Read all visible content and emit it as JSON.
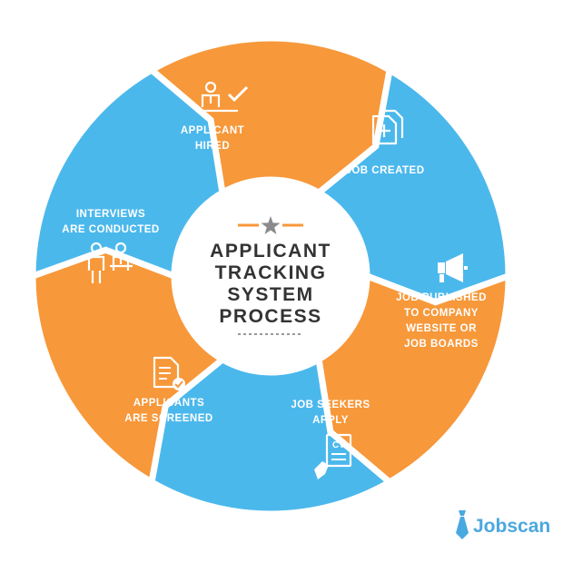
{
  "center": {
    "title_lines": [
      "APPLICANT",
      "TRACKING",
      "SYSTEM",
      "PROCESS"
    ]
  },
  "segments": [
    {
      "id": "job-created",
      "color": "#4bb8ec",
      "icon": "document-plus-icon",
      "lines": [
        "JOB CREATED"
      ]
    },
    {
      "id": "job-published",
      "color": "#f7983a",
      "icon": "megaphone-icon",
      "lines": [
        "JOB PUBLISHED",
        "TO COMPANY",
        "WEBSITE OR",
        "JOB BOARDS"
      ]
    },
    {
      "id": "job-seekers",
      "color": "#4bb8ec",
      "icon": "cv-hand-icon",
      "lines": [
        "JOB SEEKERS",
        "APPLY"
      ]
    },
    {
      "id": "screened",
      "color": "#f7983a",
      "icon": "checked-document-icon",
      "lines": [
        "APPLICANTS",
        "ARE SCREENED"
      ]
    },
    {
      "id": "interviews",
      "color": "#4bb8ec",
      "icon": "interview-icon",
      "lines": [
        "INTERVIEWS",
        "ARE CONDUCTED"
      ]
    },
    {
      "id": "hired",
      "color": "#f7983a",
      "icon": "hired-person-icon",
      "lines": [
        "APPLICANT",
        "HIRED"
      ]
    }
  ],
  "colors": {
    "blue": "#4bb8ec",
    "orange": "#f7983a",
    "star": "#8a8a8a",
    "brand": "#4aa8e0"
  },
  "brand": {
    "name": "Jobscan",
    "icon": "jobscan-tie-icon"
  }
}
